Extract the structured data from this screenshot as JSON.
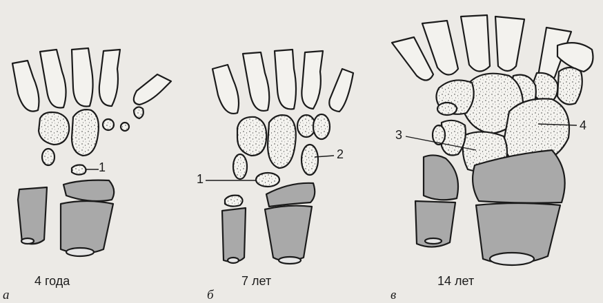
{
  "panels": [
    {
      "letter": "а",
      "caption": "4 года",
      "markers": [
        "1"
      ]
    },
    {
      "letter": "б",
      "caption": "7 лет",
      "markers": [
        "1",
        "2"
      ]
    },
    {
      "letter": "в",
      "caption": "14 лет",
      "markers": [
        "3",
        "4"
      ]
    }
  ],
  "colors": {
    "background": "#eceae6",
    "bone_outline": "#1b1b1b",
    "ossified_bone": "#a9a9a9",
    "cartilage_fill": "#f3f2ee"
  }
}
